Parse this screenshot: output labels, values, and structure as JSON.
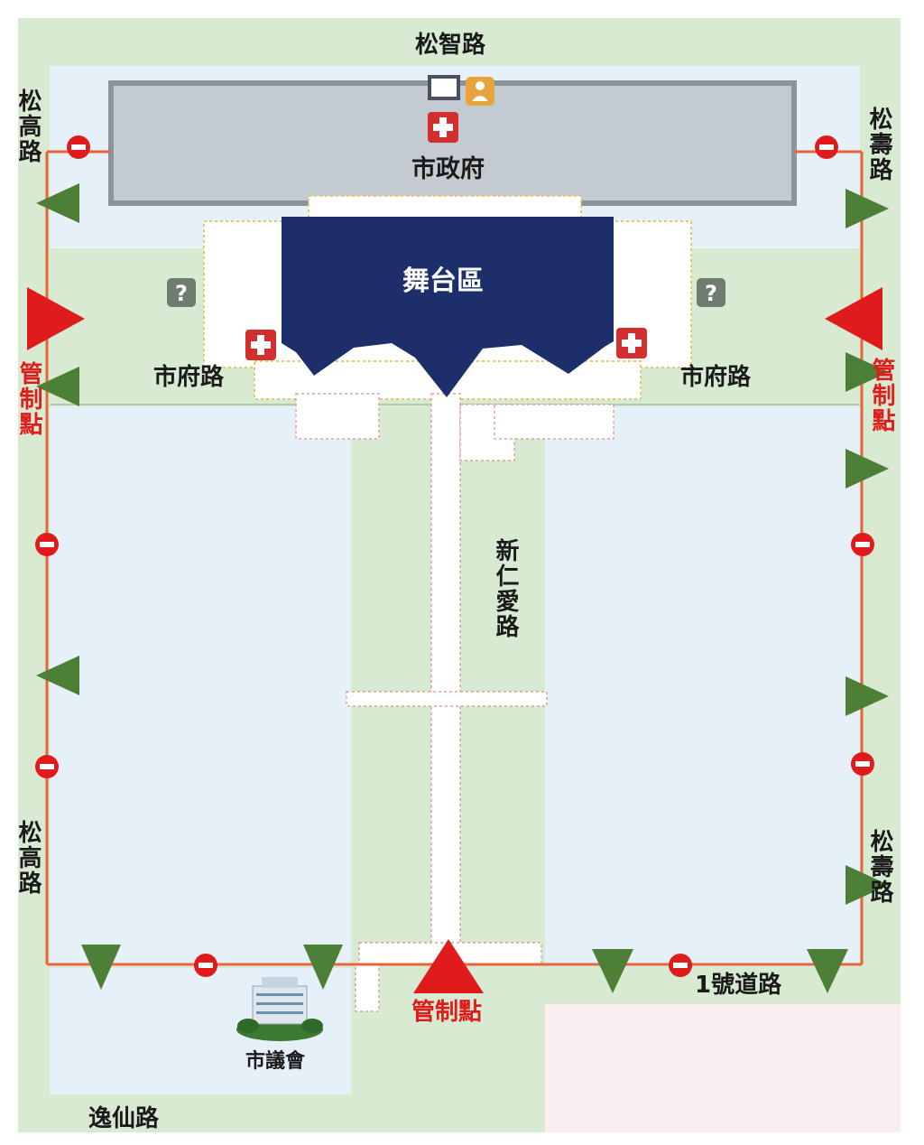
{
  "labels": {
    "top_road": "松智路",
    "left_road": "松高路",
    "right_road": "松壽路",
    "city_hall": "市政府",
    "stage": "舞台區",
    "shifu_road": "市府路",
    "xinyi_road": "新仁愛路",
    "checkpoint": "管制點",
    "road_no1": "1號道路",
    "yixian_road": "逸仙路",
    "council": "市議會"
  },
  "colors": {
    "background": "#d9ead3",
    "block": "#e6f0f9",
    "city_hall": "#c3cbd1",
    "stage": "#1c2f6b",
    "barrier": "#e8643a",
    "checkpoint": "#e01b1b",
    "arrow": "#4e7f36",
    "first_aid": "#d32f2f",
    "info": "#6f7c70",
    "nursing": "#e8a33b"
  },
  "icons": {
    "first_aid": "first-aid-icon",
    "info": "question-mark-icon",
    "no_entry": "no-entry-icon",
    "nursing_room": "nursing-room-icon",
    "restroom": "restroom-icon",
    "direction": "arrow-icon",
    "checkpoint": "checkpoint-triangle-icon",
    "council_building": "council-building-icon"
  }
}
